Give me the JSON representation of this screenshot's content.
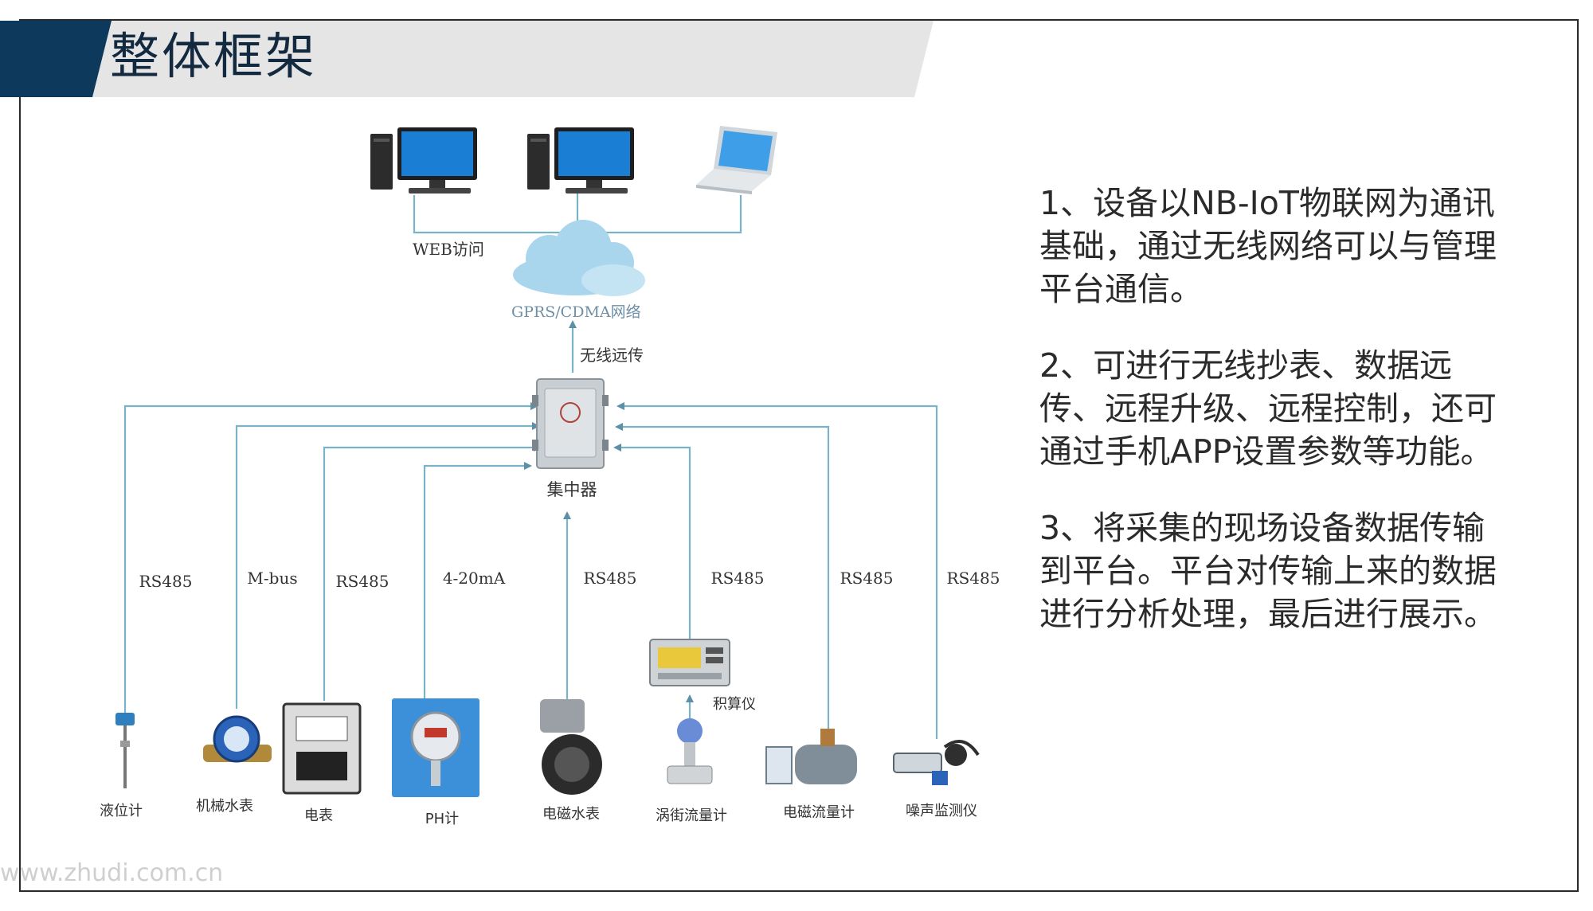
{
  "title": "整体框架",
  "diagram": {
    "web_access_label": "WEB访问",
    "cloud_label": "GPRS/CDMA网络",
    "wireless_label": "无线远传",
    "concentrator_label": "集中器",
    "protocols": [
      "RS485",
      "M-bus",
      "RS485",
      "4-20mA",
      "RS485",
      "RS485",
      "RS485",
      "RS485"
    ],
    "devices": [
      "液位计",
      "机械水表",
      "电表",
      "PH计",
      "电磁水表",
      "涡街流量计",
      "电磁流量计",
      "噪声监测仪"
    ],
    "integrator_label": "积算仪",
    "colors": {
      "line": "#7ab3c8",
      "cloud": "#a9d6ec",
      "header_dark": "#0d3a5c",
      "header_light": "#e5e5e5"
    }
  },
  "notes": [
    "1、设备以NB-IoT物联网为通讯基础，通过无线网络可以与管理平台通信。",
    "2、可进行无线抄表、数据远传、远程升级、远程控制，还可通过手机APP设置参数等功能。",
    "3、将采集的现场设备数据传输到平台。平台对传输上来的数据进行分析处理，最后进行展示。"
  ],
  "watermark": "www.zhudi.com.cn"
}
